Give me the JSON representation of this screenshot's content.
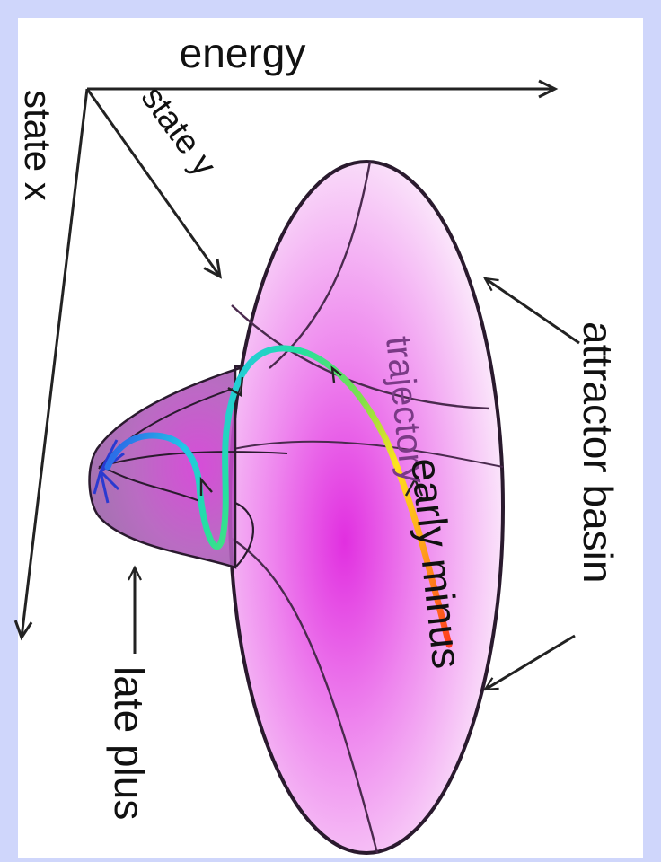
{
  "labels": {
    "energy": "energy",
    "state_x": "state x",
    "state_y": "state y",
    "attractor_basin": "attractor basin",
    "trajectory": "trajectory",
    "early_minus": "early minus",
    "late_plus": "late plus"
  },
  "colors": {
    "frame_border": "#cfd6fb",
    "background": "#ffffff",
    "basin_fill": "#e64ee6",
    "basin_light": "#fbe7fb",
    "outline": "#2a1a2e",
    "trajectory_gradient": [
      "#ff3b1f",
      "#ffa21a",
      "#ffe21c",
      "#7ee04a",
      "#24e0a0",
      "#22c6e8",
      "#2b6fe8"
    ]
  }
}
